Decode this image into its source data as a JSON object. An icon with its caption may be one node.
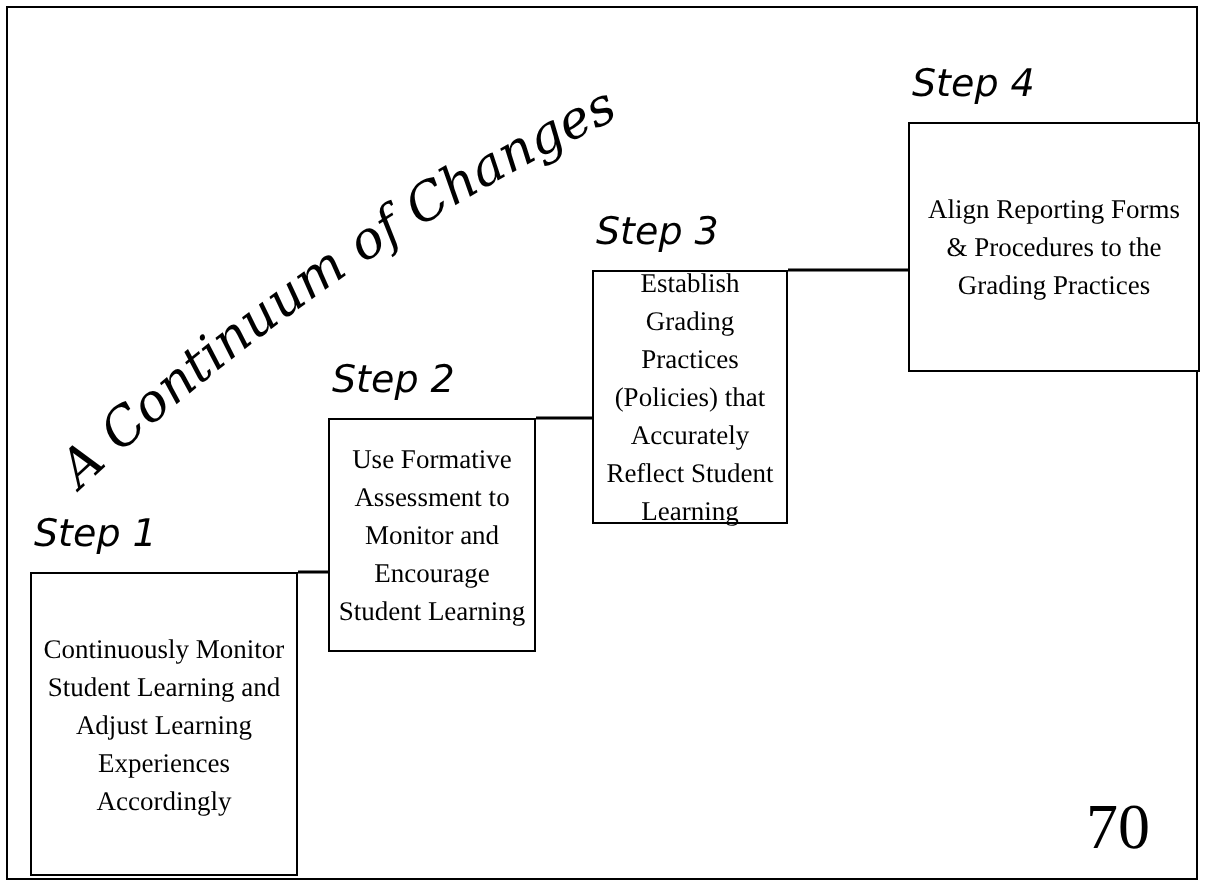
{
  "diagram": {
    "title": "A Continuum of Changes",
    "nodes": [
      {
        "text": [
          "Step 1",
          "Continuously Monitor Student Learning and Adjust Learning Experiences Accordingly"
        ]
      },
      {
        "text": [
          "Step 2",
          "Use Formative Assessment to Monitor and Encourage Student Learning"
        ]
      },
      {
        "text": [
          "Step 3",
          "Establish Grading Practices (Policies) that Accurately Reflect Student Learning"
        ]
      },
      {
        "text": [
          "Step 4",
          "Align Reporting Forms & Procedures to the Grading Practices"
        ]
      }
    ],
    "edges": [
      {
        "from": 0,
        "to": 1,
        "arrow": "none"
      },
      {
        "from": 1,
        "to": 2,
        "arrow": "none"
      },
      {
        "from": 2,
        "to": 3,
        "arrow": "none"
      }
    ],
    "labels": [
      "70"
    ]
  }
}
